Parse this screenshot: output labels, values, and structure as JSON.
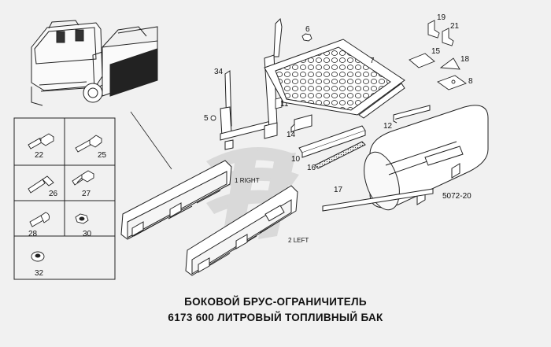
{
  "figure": {
    "reference": "5072-20",
    "callouts": [
      "1",
      "2",
      "5",
      "6",
      "7",
      "8",
      "10",
      "11",
      "12",
      "14",
      "15",
      "16",
      "17",
      "18",
      "19",
      "21",
      "34"
    ],
    "side_labels": {
      "right": "RIGHT",
      "left": "LEFT"
    }
  },
  "fasteners": [
    {
      "id": "22"
    },
    {
      "id": "25"
    },
    {
      "id": "26"
    },
    {
      "id": "27"
    },
    {
      "id": "28"
    },
    {
      "id": "30"
    },
    {
      "id": "32"
    }
  ],
  "caption": {
    "line1": "БОКОВОЙ БРУС-ОГРАНИЧИТЕЛЬ",
    "line2": "6173  600 ЛИТРОВЫЙ ТОПЛИВНЫЙ БАК"
  },
  "colors": {
    "line": "#222222",
    "background": "#f1f1f1",
    "watermark": "#c6c6c6"
  }
}
